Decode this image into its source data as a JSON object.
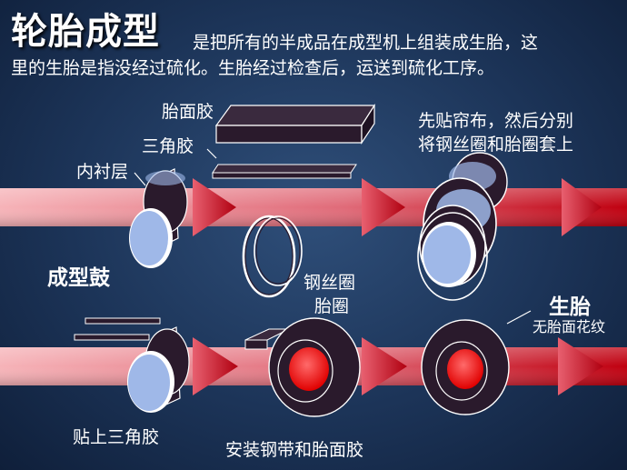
{
  "header": {
    "title": "轮胎成型",
    "desc_line1": "是把所有的半成品在成型机上组装成生胎，这",
    "desc_line2": "里的生胎是指没经过硫化。生胎经过检查后，运送到硫化工序。"
  },
  "labels": {
    "tread": "胎面胶",
    "apex": "三角胶",
    "inner_liner": "内衬层",
    "drum": "成型鼓",
    "bead_wire": "钢丝圈",
    "bead": "胎圈",
    "ply_note_1": "先贴帘布，然后分别",
    "ply_note_2": "将钢丝圈和胎圈套上",
    "green_tire": "生胎",
    "no_tread_pattern": "无胎面花纹",
    "apply_apex": "贴上三角胶",
    "install_belt_tread": "安装钢带和胎面胶"
  },
  "colors": {
    "background": "#1c3458",
    "arrow_red": "#d40000",
    "arrow_pink": "#f4a0a8",
    "tire_dark": "#2a1a2c",
    "drum_blue": "#9fb8e8",
    "inner_red": "#ff1a1a"
  }
}
